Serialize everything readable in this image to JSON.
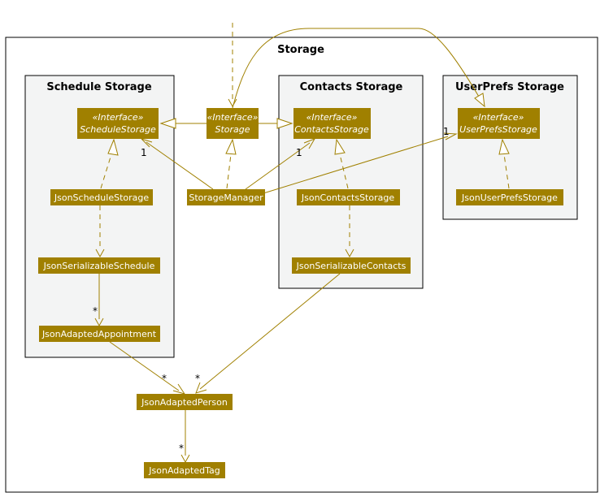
{
  "packages": {
    "storage": "Storage",
    "schedule": "Schedule Storage",
    "contacts": "Contacts Storage",
    "userprefs": "UserPrefs Storage"
  },
  "stereotype": "«Interface»",
  "classes": {
    "schedule_storage": "ScheduleStorage",
    "storage": "Storage",
    "contacts_storage": "ContactsStorage",
    "userprefs_storage": "UserPrefsStorage",
    "json_schedule_storage": "JsonScheduleStorage",
    "storage_manager": "StorageManager",
    "json_contacts_storage": "JsonContactsStorage",
    "json_userprefs_storage": "JsonUserPrefsStorage",
    "json_serializable_schedule": "JsonSerializableSchedule",
    "json_serializable_contacts": "JsonSerializableContacts",
    "json_adapted_appointment": "JsonAdaptedAppointment",
    "json_adapted_person": "JsonAdaptedPerson",
    "json_adapted_tag": "JsonAdaptedTag"
  },
  "multiplicities": {
    "schedule_one": "1",
    "contacts_one": "1",
    "userprefs_one": "1",
    "appointment_many": "*",
    "person_from_appointment": "*",
    "person_from_contacts": "*",
    "tag_many": "*"
  },
  "colors": {
    "class_fill": "#A08000",
    "edge": "#A08000",
    "package_fill": "#F3F4F4"
  }
}
